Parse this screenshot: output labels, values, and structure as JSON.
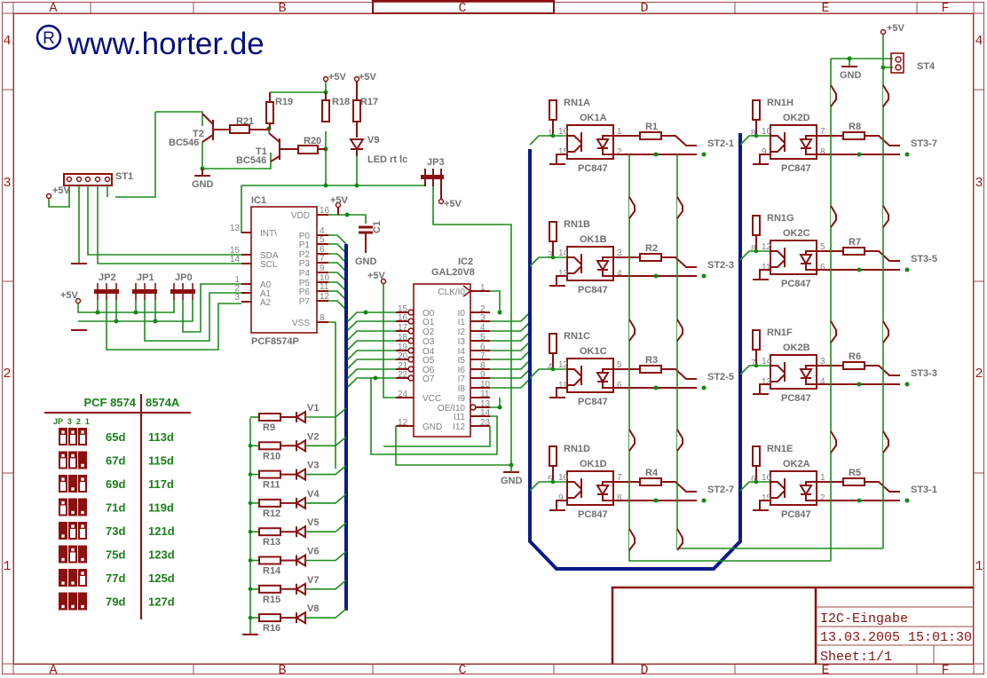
{
  "brand": {
    "registered_symbol": "®",
    "url": "www.horter.de"
  },
  "frame": {
    "columns": [
      "A",
      "B",
      "C",
      "D",
      "E",
      "F"
    ],
    "rows": [
      "4",
      "3",
      "2",
      "1"
    ]
  },
  "title_block": {
    "name": "I2C-Eingabe",
    "datetime": "13.03.2005 15:01:30",
    "sheet": "Sheet:1/1"
  },
  "power_labels": {
    "vcc": "+5V",
    "gnd": "GND"
  },
  "components": {
    "T2": {
      "ref": "T2",
      "value": "BC546"
    },
    "T1": {
      "ref": "T1",
      "value": "BC546"
    },
    "R21": "R21",
    "R19": "R19",
    "R18": "R18",
    "R17": "R17",
    "R20": "R20",
    "V9": {
      "ref": "V9",
      "value": "LED rt lc"
    },
    "ST1": "ST1",
    "JP3": "JP3",
    "JP2": "JP2",
    "JP1": "JP1",
    "JP0": "JP0",
    "C1": "C1",
    "IC1": {
      "ref": "IC1",
      "value": "PCF8574P",
      "left_pins": [
        {
          "num": "13",
          "name": "INT\\"
        },
        {
          "num": "15",
          "name": "SDA"
        },
        {
          "num": "14",
          "name": "SCL"
        },
        {
          "num": "1",
          "name": "A0"
        },
        {
          "num": "2",
          "name": "A1"
        },
        {
          "num": "3",
          "name": "A2"
        }
      ],
      "right_pins": [
        {
          "num": "16",
          "name": "VDD"
        },
        {
          "num": "4",
          "name": "P0"
        },
        {
          "num": "5",
          "name": "P1"
        },
        {
          "num": "6",
          "name": "P2"
        },
        {
          "num": "7",
          "name": "P3"
        },
        {
          "num": "9",
          "name": "P4"
        },
        {
          "num": "10",
          "name": "P5"
        },
        {
          "num": "11",
          "name": "P6"
        },
        {
          "num": "12",
          "name": "P7"
        },
        {
          "num": "8",
          "name": "VSS"
        }
      ]
    },
    "IC2": {
      "ref": "IC2",
      "value": "GAL20V8",
      "left_pins": [
        {
          "num": "15",
          "name": "O0"
        },
        {
          "num": "16",
          "name": "O1"
        },
        {
          "num": "17",
          "name": "O2"
        },
        {
          "num": "18",
          "name": "O3"
        },
        {
          "num": "19",
          "name": "O4"
        },
        {
          "num": "20",
          "name": "O5"
        },
        {
          "num": "21",
          "name": "O6"
        },
        {
          "num": "22",
          "name": "O7"
        },
        {
          "num": "24",
          "name": "VCC"
        },
        {
          "num": "12",
          "name": "GND"
        }
      ],
      "right_pins": [
        {
          "num": "1",
          "name": "CLK/I0"
        },
        {
          "num": "2",
          "name": "I0"
        },
        {
          "num": "3",
          "name": "I1"
        },
        {
          "num": "4",
          "name": "I2"
        },
        {
          "num": "5",
          "name": "I3"
        },
        {
          "num": "6",
          "name": "I4"
        },
        {
          "num": "7",
          "name": "I5"
        },
        {
          "num": "8",
          "name": "I6"
        },
        {
          "num": "9",
          "name": "I7"
        },
        {
          "num": "10",
          "name": "I8"
        },
        {
          "num": "11",
          "name": "I9"
        },
        {
          "num": "13",
          "name": "OE/I10"
        },
        {
          "num": "14",
          "name": "I11"
        },
        {
          "num": "23",
          "name": "I12"
        }
      ]
    },
    "led_rows": [
      {
        "r": "R9",
        "v": "V1"
      },
      {
        "r": "R10",
        "v": "V2"
      },
      {
        "r": "R11",
        "v": "V3"
      },
      {
        "r": "R12",
        "v": "V4"
      },
      {
        "r": "R13",
        "v": "V5"
      },
      {
        "r": "R14",
        "v": "V6"
      },
      {
        "r": "R15",
        "v": "V7"
      },
      {
        "r": "R16",
        "v": "V8"
      }
    ],
    "optos_left": [
      {
        "rn": "RN1A",
        "rnpin": "1",
        "ok": "OK1A",
        "pa": "16",
        "pb": "15",
        "oa": "1",
        "ob": "2",
        "r": "R1",
        "st": "ST2-1",
        "type": "PC847"
      },
      {
        "rn": "RN1B",
        "rnpin": "3",
        "ok": "OK1B",
        "pa": "14",
        "pb": "13",
        "oa": "3",
        "ob": "4",
        "r": "R2",
        "st": "ST2-3",
        "type": "PC847"
      },
      {
        "rn": "RN1C",
        "rnpin": "4",
        "ok": "OK1C",
        "pa": "12",
        "pb": "11",
        "oa": "5",
        "ob": "6",
        "r": "R3",
        "st": "ST2-5",
        "type": "PC847"
      },
      {
        "rn": "RN1D",
        "rnpin": "5",
        "ok": "OK1D",
        "pa": "10",
        "pb": "9",
        "oa": "7",
        "ob": "8",
        "r": "R4",
        "st": "ST2-7",
        "type": "PC847"
      }
    ],
    "optos_right": [
      {
        "rn": "RN1H",
        "rnpin": "8",
        "ok": "OK2D",
        "pa": "10",
        "pb": "9",
        "oa": "7",
        "ob": "8",
        "r": "R8",
        "st": "ST3-7",
        "type": "PC847"
      },
      {
        "rn": "RN1G",
        "rnpin": "8",
        "ok": "OK2C",
        "pa": "12",
        "pb": "11",
        "oa": "5",
        "ob": "6",
        "r": "R7",
        "st": "ST3-5",
        "type": "PC847"
      },
      {
        "rn": "RN1F",
        "rnpin": "7",
        "ok": "OK2B",
        "pa": "14",
        "pb": "13",
        "oa": "3",
        "ob": "4",
        "r": "R6",
        "st": "ST3-3",
        "type": "PC847"
      },
      {
        "rn": "RN1E",
        "rnpin": "6",
        "ok": "OK2A",
        "pa": "16",
        "pb": "15",
        "oa": "1",
        "ob": "2",
        "r": "R5",
        "st": "ST3-1",
        "type": "PC847"
      }
    ],
    "ST4": "ST4"
  },
  "address_table": {
    "headers": [
      "PCF 8574",
      "8574A"
    ],
    "jp_header": "JP  3  2  1",
    "rows": [
      {
        "jumpers": [
          0,
          0,
          0
        ],
        "pcf": "65d",
        "pcfa": "113d"
      },
      {
        "jumpers": [
          0,
          0,
          1
        ],
        "pcf": "67d",
        "pcfa": "115d"
      },
      {
        "jumpers": [
          0,
          1,
          0
        ],
        "pcf": "69d",
        "pcfa": "117d"
      },
      {
        "jumpers": [
          0,
          1,
          1
        ],
        "pcf": "71d",
        "pcfa": "119d"
      },
      {
        "jumpers": [
          1,
          0,
          0
        ],
        "pcf": "73d",
        "pcfa": "121d"
      },
      {
        "jumpers": [
          1,
          0,
          1
        ],
        "pcf": "75d",
        "pcfa": "123d"
      },
      {
        "jumpers": [
          1,
          1,
          0
        ],
        "pcf": "77d",
        "pcfa": "125d"
      },
      {
        "jumpers": [
          1,
          1,
          1
        ],
        "pcf": "79d",
        "pcfa": "127d"
      }
    ]
  }
}
